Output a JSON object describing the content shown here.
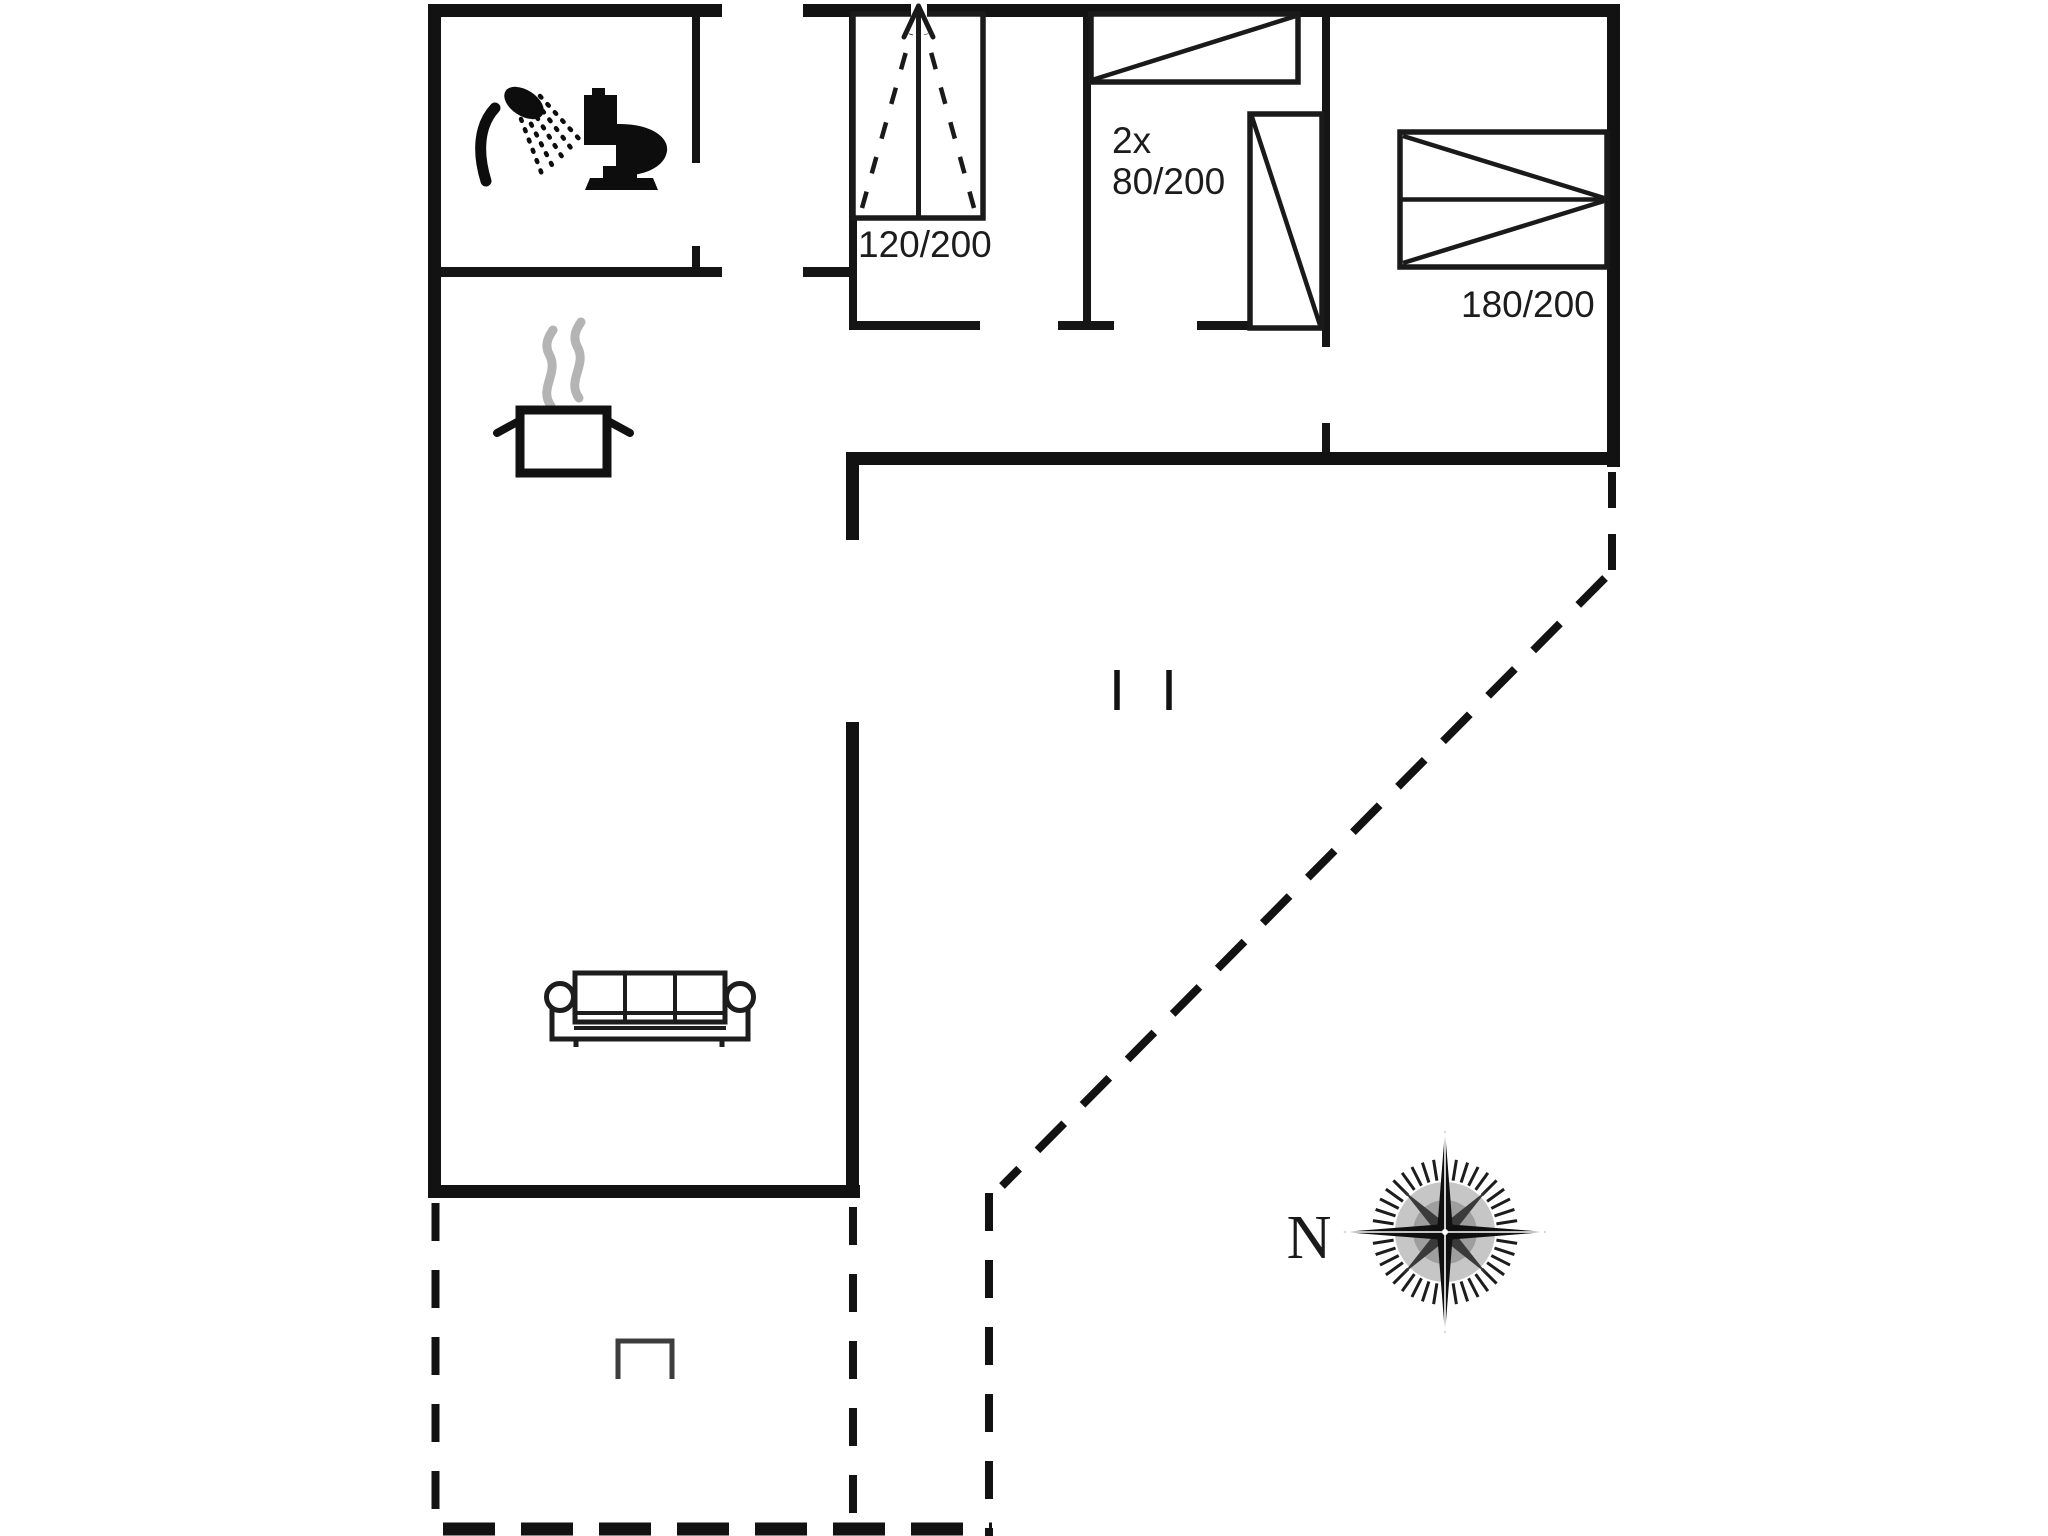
{
  "document": {
    "kind": "holiday-home floor plan"
  },
  "rooms": {
    "bedroom_small": {
      "bed_size_label": "120/200"
    },
    "bedroom_twin": {
      "bed_count_label": "2x",
      "bed_size_label": "80/200"
    },
    "bedroom_double": {
      "bed_size_label": "180/200"
    }
  },
  "compass": {
    "north_label": "N"
  },
  "colors": {
    "background": "#ffffff",
    "wall": "#121212",
    "steam_gray": "#b4b4b4",
    "compass_inner_gray": "#c6c6c6"
  },
  "icons": {
    "bathroom": [
      "shower-icon",
      "toilet-icon"
    ],
    "kitchen": [
      "cooking-pot-icon",
      "steam-icon"
    ],
    "living_room": [
      "sofa-icon"
    ],
    "bedroom_small": [
      "entrance-arrow-icon"
    ],
    "terrace": [
      "grill-icon"
    ],
    "site": [
      "compass-rose-icon"
    ]
  }
}
